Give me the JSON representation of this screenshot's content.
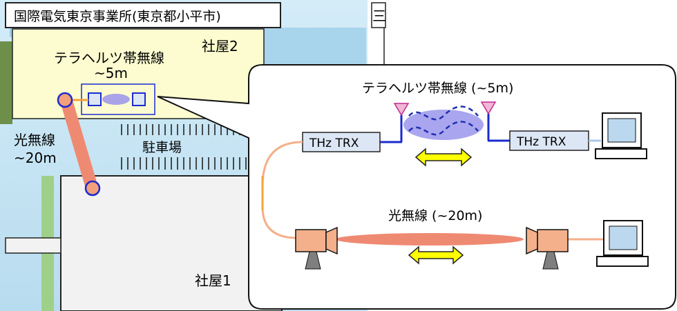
{
  "title": "国際電気東京事業所(東京都小平市)",
  "map": {
    "building2_label": "社屋2",
    "building1_label": "社屋1",
    "parking_label": "駐車場",
    "thz_label_line1": "テラヘルツ帯無線",
    "thz_label_line2": "~5m",
    "optical_label_line1": "光無線",
    "optical_label_line2": "~20m",
    "corner_glyph": "三"
  },
  "callout": {
    "thz_title": "テラヘルツ帯無線 (~5m)",
    "trx_left": "THz TRX",
    "trx_right": "THz TRX",
    "optical_title": "光無線 (~20m)"
  },
  "colors": {
    "building2_fill": "#fcfcd0",
    "sky_blue": "#bfe0f2",
    "callout_fill": "#ffffff",
    "beam": "#ef8a72",
    "arrow": "#ffff00",
    "wave": "#1f2fb0",
    "camera": "#f3b08a",
    "trx_box": "#dce6f4"
  }
}
